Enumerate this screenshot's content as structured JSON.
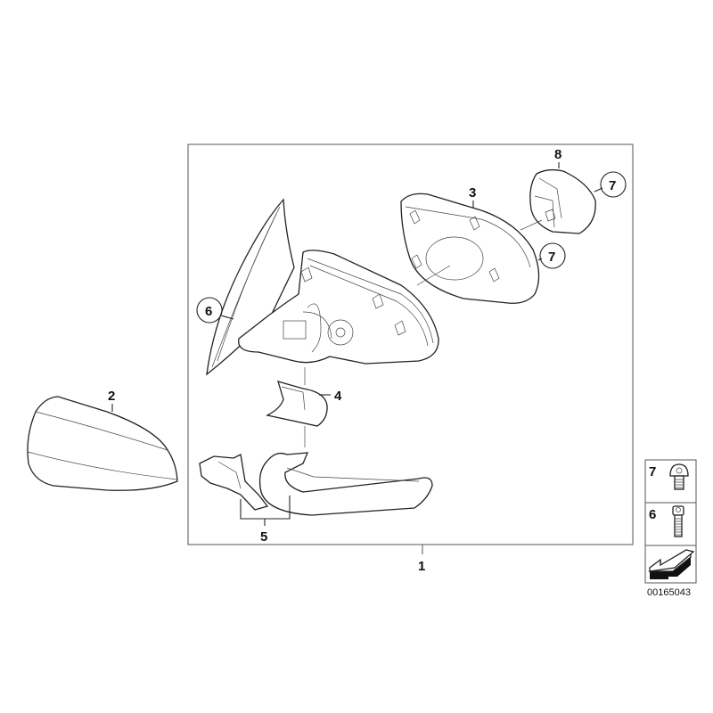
{
  "diagram": {
    "diagram_id": "00165043",
    "assembly_label": "1",
    "callouts": [
      {
        "id": "1",
        "label": "1",
        "part": "mirror-assembly",
        "circled": false
      },
      {
        "id": "2",
        "label": "2",
        "part": "mirror-cap",
        "circled": false
      },
      {
        "id": "3",
        "label": "3",
        "part": "mirror-glass-backplate",
        "circled": false
      },
      {
        "id": "4",
        "label": "4",
        "part": "cover-bracket",
        "circled": false
      },
      {
        "id": "5",
        "label": "5",
        "part": "base-trim-and-bracket",
        "circled": false
      },
      {
        "id": "6",
        "label": "6",
        "part": "mirror-base-screw",
        "circled": true
      },
      {
        "id": "7a",
        "label": "7",
        "part": "actuator-screw",
        "circled": true
      },
      {
        "id": "7b",
        "label": "7",
        "part": "glass-screw",
        "circled": true
      },
      {
        "id": "8",
        "label": "8",
        "part": "mirror-actuator",
        "circled": false
      }
    ],
    "legend": [
      {
        "label": "7",
        "icon": "torx-button-screw"
      },
      {
        "label": "6",
        "icon": "socket-cap-screw"
      },
      {
        "label": "",
        "icon": "arrow-icon"
      }
    ]
  }
}
